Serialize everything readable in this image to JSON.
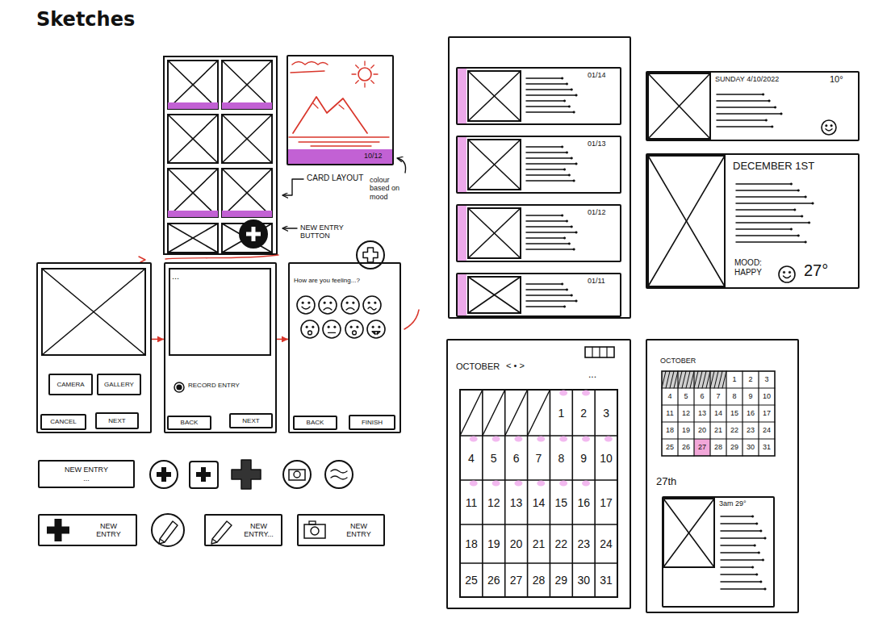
{
  "diagram": {
    "title": "Sketches",
    "nodes": [
      {
        "text": [
          "10/12"
        ]
      },
      {
        "text": []
      },
      {
        "text": [
          "CAMERA"
        ],
        "in": 1
      },
      {
        "text": [
          "GALLERY"
        ],
        "in": 1
      },
      {
        "text": [
          "CANCEL"
        ],
        "in": 1
      },
      {
        "text": [
          "NEXT"
        ],
        "in": 1
      },
      {
        "text": [
          "...",
          "RECORD ENTRY"
        ]
      },
      {
        "text": [
          "BACK"
        ],
        "in": 6
      },
      {
        "text": [
          "NEXT"
        ],
        "in": 6
      },
      {
        "text": [
          "How are you feeling...?"
        ]
      },
      {
        "text": [
          "BACK"
        ],
        "in": 9
      },
      {
        "text": [
          "FINISH"
        ],
        "in": 9
      },
      {
        "text": [
          "NEW ENTRY",
          "..."
        ]
      },
      {
        "text": [
          "NEW ENTRY"
        ]
      },
      {
        "text": [
          "NEW ENTRY..."
        ]
      },
      {
        "text": [
          "NEW ENTRY"
        ]
      },
      {
        "text": []
      },
      {
        "text": [
          "01/14"
        ],
        "in": 16
      },
      {
        "text": [
          "01/13"
        ],
        "in": 16
      },
      {
        "text": [
          "01/12"
        ],
        "in": 16
      },
      {
        "text": [
          "01/11"
        ],
        "in": 16
      },
      {
        "text": [
          "SUNDAY 4/10/2022",
          "10°"
        ]
      },
      {
        "text": [
          "DECEMBER 1ST",
          "MOOD: HAPPY",
          "27°"
        ]
      },
      {
        "text": [
          "OCTOBER",
          "< • >",
          "..."
        ]
      },
      {
        "text": [
          "OCTOBER",
          "27th"
        ]
      },
      {
        "text": [
          "3am 29°"
        ],
        "in": 24
      }
    ],
    "edges": [
      {
        "from": 1,
        "to": 6,
        "arrow": "to"
      },
      {
        "from": 6,
        "to": 9,
        "arrow": "to"
      }
    ],
    "labels": [
      "CARD LAYOUT",
      "colour based on mood",
      "NEW ENTRY BUTTON",
      "1",
      "2",
      "3",
      "4",
      "5",
      "6",
      "7",
      "8",
      "9",
      "10",
      "11",
      "12",
      "13",
      "14",
      "15",
      "16",
      "17",
      "18",
      "19",
      "20",
      "21",
      "22",
      "23",
      "24",
      "25",
      "26",
      "27",
      "28",
      "29",
      "30",
      "31",
      "1",
      "2",
      "3",
      "4",
      "5",
      "6",
      "7",
      "8",
      "9",
      "10",
      "11",
      "12",
      "13",
      "14",
      "15",
      "16",
      "17",
      "18",
      "19",
      "20",
      "21",
      "22",
      "23",
      "24",
      "25",
      "26",
      "27",
      "28",
      "29",
      "30",
      "31"
    ]
  }
}
